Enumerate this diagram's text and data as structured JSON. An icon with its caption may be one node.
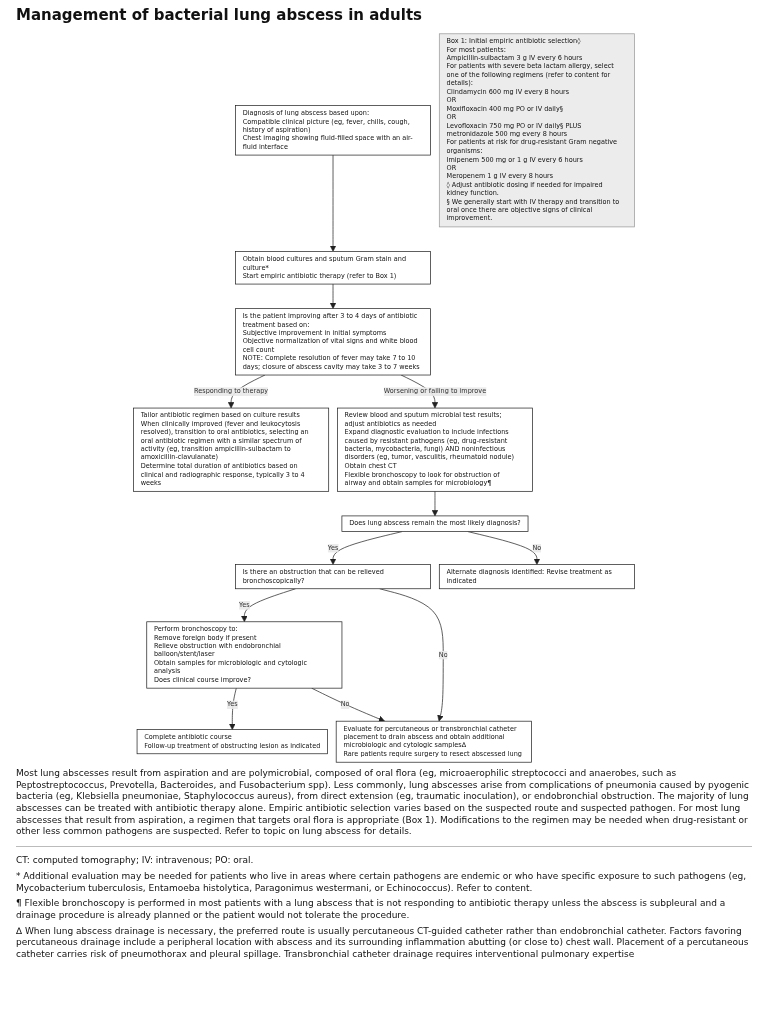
{
  "diagram": {
    "title": "Management of bacterial lung abscess in adults",
    "nodes": [
      {
        "text": [
          "Diagnosis of lung abscess based upon:",
          "Compatible clinical picture (eg, fever, chills, cough, history of aspiration)",
          "Chest imaging showing fluid-filled space with an air-fluid interface"
        ]
      },
      {
        "text": [
          "Obtain blood cultures and sputum Gram stain and culture*",
          "Start empiric antibiotic therapy (refer to Box 1)"
        ]
      },
      {
        "text": [
          "Is the patient improving after 3 to 4 days of antibiotic treatment based on:",
          "Subjective improvement in initial symptoms",
          "Objective normalization of vital signs and white blood cell count",
          "NOTE: Complete resolution of fever may take 7 to 10 days; closure of abscess cavity may take 3 to 7 weeks"
        ]
      },
      {
        "text": [
          "Tailor antibiotic regimen based on culture results",
          "When clinically improved (fever and leukocytosis resolved), transition to oral antibiotics, selecting an oral antibiotic regimen with a similar spectrum of activity (eg, transition ampicillin-sulbactam to amoxicillin-clavulanate)",
          "Determine total duration of antibiotics based on clinical and radiographic response, typically 3 to 4 weeks"
        ]
      },
      {
        "text": [
          "Review blood and sputum microbial test results; adjust antibiotics as needed",
          "Expand diagnostic evaluation to include infections caused by resistant pathogens (eg, drug-resistant bacteria, mycobacteria, fungi) AND noninfectious disorders (eg, tumor, vasculitis, rheumatoid nodule)",
          "Obtain chest CT",
          "Flexible bronchoscopy to look for obstruction of airway and obtain samples for microbiology¶"
        ]
      },
      {
        "text": [
          "Does lung abscess remain the most likely diagnosis?"
        ]
      },
      {
        "text": [
          "Is there an obstruction that can be relieved bronchoscopically?"
        ]
      },
      {
        "text": [
          "Alternate diagnosis identified: Revise treatment as indicated"
        ]
      },
      {
        "text": [
          "Perform bronchoscopy to:",
          "Remove foreign body if present",
          "Relieve obstruction with endobronchial balloon/stent/laser",
          "Obtain samples for microbiologic and cytologic analysis",
          "Does clinical course improve?"
        ]
      },
      {
        "text": [
          "Complete antibiotic course",
          "Follow-up treatment of obstructing lesion as indicated"
        ]
      },
      {
        "text": [
          "Evaluate for percutaneous or transbronchial catheter placement to drain abscess and obtain additional microbiologic and cytologic samples∆",
          "Rare patients require surgery to resect abscessed lung"
        ]
      },
      {
        "text": [
          "Box 1: Initial empiric antibiotic selection◊",
          "For most patients:",
          "Ampicillin-sulbactam 3 g IV every 6 hours",
          "For patients with severe beta lactam allergy, select one of the following regimens (refer to content for details):",
          "Clindamycin 600 mg IV every 8 hours",
          "OR",
          "Moxifloxacin 400 mg PO or IV daily§",
          "OR",
          "Levofloxacin 750 mg PO or IV daily§ PLUS metronidazole 500 mg every 8 hours",
          "For patients at risk for drug-resistant Gram negative organisms:",
          "Imipenem 500 mg or 1 g IV every 6 hours",
          "OR",
          "Meropenem 1 g IV every 8 hours",
          "◊ Adjust antibiotic dosing if needed for impaired kidney function.",
          "§ We generally start with IV therapy and transition to oral once there are objective signs of clinical improvement."
        ]
      }
    ],
    "edges": [
      {
        "from": 0,
        "to": 1,
        "arrow": "to"
      },
      {
        "from": 1,
        "to": 2,
        "arrow": "to"
      },
      {
        "from": 2,
        "to": 3,
        "arrow": "to",
        "label": "Responding to therapy"
      },
      {
        "from": 2,
        "to": 4,
        "arrow": "to",
        "label": "Worsening or failing to improve"
      },
      {
        "from": 4,
        "to": 5,
        "arrow": "to"
      },
      {
        "from": 5,
        "to": 6,
        "arrow": "to",
        "label": "Yes"
      },
      {
        "from": 5,
        "to": 7,
        "arrow": "to",
        "label": "No"
      },
      {
        "from": 6,
        "to": 8,
        "arrow": "to",
        "label": "Yes"
      },
      {
        "from": 6,
        "to": 10,
        "arrow": "to",
        "label": "No"
      },
      {
        "from": 8,
        "to": 9,
        "arrow": "to",
        "label": "Yes"
      },
      {
        "from": 8,
        "to": 10,
        "arrow": "to",
        "label": "No"
      }
    ],
    "labels": [
      "Most lung abscesses result from aspiration and are polymicrobial, composed of oral flora (eg, microaerophilic streptococci and anaerobes, such as Peptostreptococcus, Prevotella, Bacteroides, and Fusobacterium spp). Less commonly, lung abscesses arise from complications of pneumonia caused by pyogenic bacteria (eg, Klebsiella pneumoniae, Staphylococcus aureus), from direct extension (eg, traumatic inoculation), or endobronchial obstruction. The majority of lung abscesses can be treated with antibiotic therapy alone. Empiric antibiotic selection varies based on the suspected route and suspected pathogen. For most lung abscesses that result from aspiration, a regimen that targets oral flora is appropriate (Box 1). Modifications to the regimen may be needed when drug-resistant or other less common pathogens are suspected. Refer to topic on lung abscess for details.",
      "CT: computed tomography; IV: intravenous; PO: oral.",
      "* Additional evaluation may be needed for patients who live in areas where certain pathogens are endemic or who have specific exposure to such pathogens (eg, Mycobacterium tuberculosis, Entamoeba histolytica, Paragonimus westermani, or Echinococcus). Refer to content.",
      "¶ Flexible bronchoscopy is performed in most patients with a lung abscess that is not responding to antibiotic therapy unless the abscess is subpleural and a drainage procedure is already planned or the patient would not tolerate the procedure.",
      "∆ When lung abscess drainage is necessary, the preferred route is usually percutaneous CT-guided catheter rather than endobronchial catheter. Factors favoring percutaneous drainage include a peripheral location with abscess and its surrounding inflammation abutting (or close to) chest wall. Placement of a percutaneous catheter carries risk of pneumothorax and pleural spillage. Transbronchial catheter drainage requires interventional pulmonary expertise"
    ]
  }
}
